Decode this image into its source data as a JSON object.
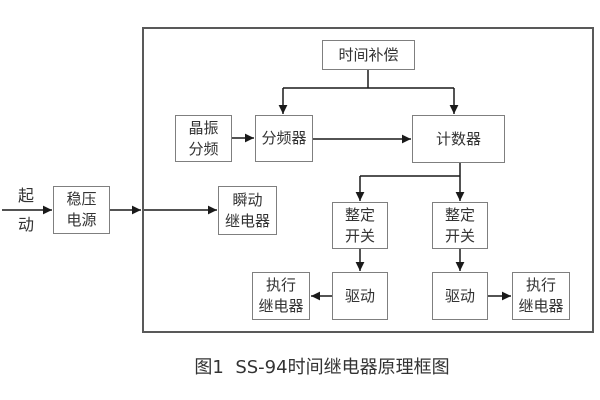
{
  "figure": {
    "caption": "图1  SS-94时间继电器原理框图"
  },
  "diagram": {
    "start_label": {
      "line1": "起",
      "line2": "动"
    },
    "boxes": {
      "time_compensation": {
        "label": "时间补偿"
      },
      "crystal_divider": {
        "line1": "晶振",
        "line2": "分频"
      },
      "frequency_divider": {
        "label": "分频器"
      },
      "counter": {
        "label": "计数器"
      },
      "regulated_power": {
        "line1": "稳压",
        "line2": "电源"
      },
      "instant_relay": {
        "line1": "瞬动",
        "line2": "继电器"
      },
      "setting_switch_left": {
        "line1": "整定",
        "line2": "开关"
      },
      "setting_switch_right": {
        "line1": "整定",
        "line2": "开关"
      },
      "drive_left": {
        "label": "驱动"
      },
      "drive_right": {
        "label": "驱动"
      },
      "exec_relay_left": {
        "line1": "执行",
        "line2": "继电器"
      },
      "exec_relay_right": {
        "line1": "执行",
        "line2": "继电器"
      }
    },
    "colors": {
      "background": "#ffffff",
      "outer_border": "#595959",
      "box_border": "#7f7f7f",
      "wire": "#1a1a1a",
      "text": "#333333"
    }
  }
}
